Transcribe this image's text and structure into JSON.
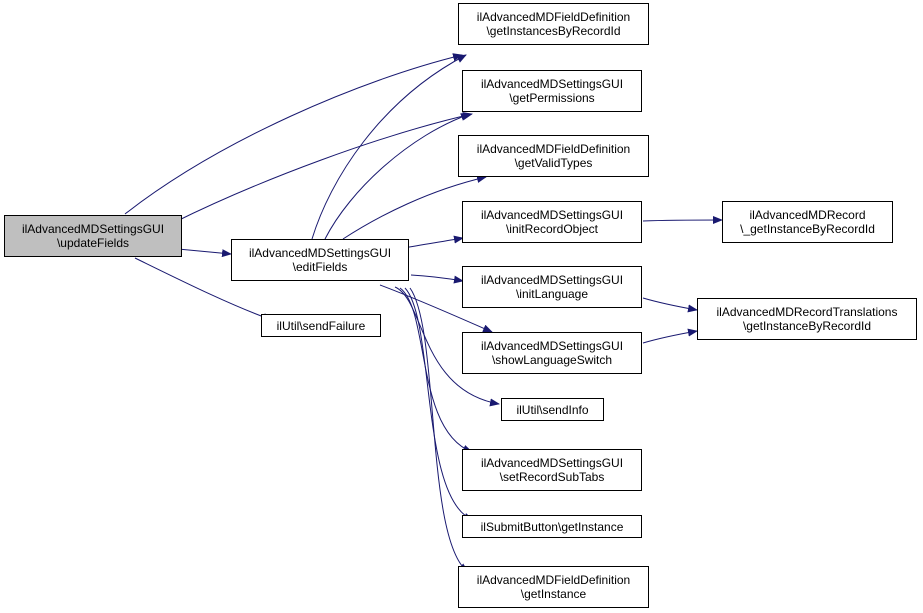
{
  "colors": {
    "edge": "#191970",
    "root_fill": "#bfbfbf",
    "node_fill": "#ffffff",
    "border": "#000000"
  },
  "nodes": {
    "updateFields": {
      "line1": "ilAdvancedMDSettingsGUI",
      "line2": "\\updateFields"
    },
    "editFields": {
      "line1": "ilAdvancedMDSettingsGUI",
      "line2": "\\editFields"
    },
    "sendFailure": {
      "line1": "ilUtil\\sendFailure"
    },
    "getInstancesByRecordId": {
      "line1": "ilAdvancedMDFieldDefinition",
      "line2": "\\getInstancesByRecordId"
    },
    "getPermissions": {
      "line1": "ilAdvancedMDSettingsGUI",
      "line2": "\\getPermissions"
    },
    "getValidTypes": {
      "line1": "ilAdvancedMDFieldDefinition",
      "line2": "\\getValidTypes"
    },
    "initRecordObject": {
      "line1": "ilAdvancedMDSettingsGUI",
      "line2": "\\initRecordObject"
    },
    "initLanguage": {
      "line1": "ilAdvancedMDSettingsGUI",
      "line2": "\\initLanguage"
    },
    "showLanguageSwitch": {
      "line1": "ilAdvancedMDSettingsGUI",
      "line2": "\\showLanguageSwitch"
    },
    "sendInfo": {
      "line1": "ilUtil\\sendInfo"
    },
    "setRecordSubTabs": {
      "line1": "ilAdvancedMDSettingsGUI",
      "line2": "\\setRecordSubTabs"
    },
    "submitGetInstance": {
      "line1": "ilSubmitButton\\getInstance"
    },
    "fieldGetInstance": {
      "line1": "ilAdvancedMDFieldDefinition",
      "line2": "\\getInstance"
    },
    "recordGetInstance": {
      "line1": "ilAdvancedMDRecord",
      "line2": "\\_getInstanceByRecordId"
    },
    "translationsGetInstance": {
      "line1": "ilAdvancedMDRecordTranslations",
      "line2": "\\getInstanceByRecordId"
    }
  }
}
